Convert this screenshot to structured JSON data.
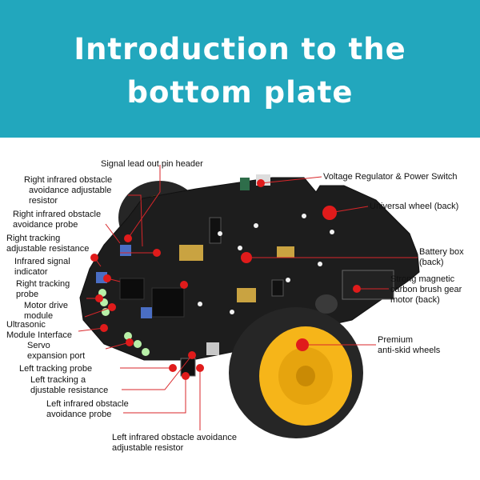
{
  "header": {
    "title_line1": "Introduction to the",
    "title_line2": "bottom plate",
    "background": "#22a7bd"
  },
  "colors": {
    "board": "#1d1d1d",
    "tire": "#262626",
    "rim": "#f6b519",
    "leader": "#d9262a",
    "dot": "#e01b1b"
  },
  "labels": {
    "signal_header": "Signal lead out pin header",
    "right_ir_resistor_1": "Right infrared obstacle",
    "right_ir_resistor_2": "avoidance adjustable",
    "right_ir_resistor_3": "resistor",
    "right_ir_probe_1": "Right infrared obstacle",
    "right_ir_probe_2": "avoidance probe",
    "right_track_res_1": "Right tracking",
    "right_track_res_2": "adjustable resistance",
    "ir_signal_1": "Infrared signal",
    "ir_signal_2": "indicator",
    "right_track_probe_1": "Right tracking",
    "right_track_probe_2": "probe",
    "motor_drive_1": "Motor drive",
    "motor_drive_2": "module",
    "ultrasonic_1": "Ultrasonic",
    "ultrasonic_2": "Module Interface",
    "servo_1": "Servo",
    "servo_2": "expansion port",
    "left_track_probe": "Left tracking probe",
    "left_track_res_1": "Left tracking a",
    "left_track_res_2": "djustable resistance",
    "left_ir_probe_1": "Left infrared obstacle",
    "left_ir_probe_2": "avoidance probe",
    "left_ir_res_1": "Left infrared obstacle avoidance",
    "left_ir_res_2": "adjustable resistor",
    "voltage_switch": "Voltage Regulator & Power Switch",
    "universal_wheel": "Universal wheel (back)",
    "battery_1": "Battery box",
    "battery_2": "(back)",
    "motor_1": "Strong magnetic",
    "motor_2": "carbon brush gear",
    "motor_3": "motor (back)",
    "wheels_1": "Premium",
    "wheels_2": "anti-skid wheels"
  }
}
